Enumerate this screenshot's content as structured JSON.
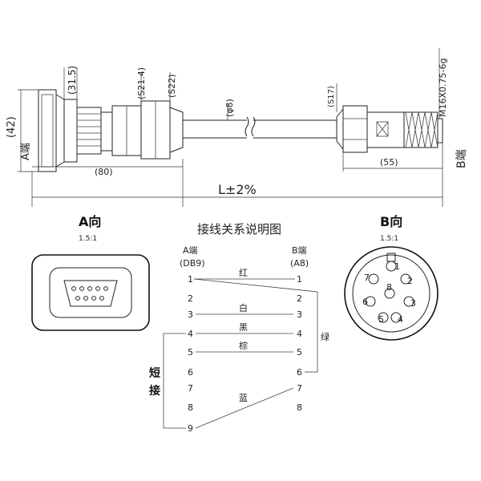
{
  "top_drawing": {
    "dim_42": "(42)",
    "end_a": "A端",
    "dim_31_5": "(31.5)",
    "dim_s21_4": "(S21.4)",
    "dim_s22": "(S22)",
    "dim_phi8": "(φ8)",
    "dim_s17": "(S17)",
    "thread": "M16X0.75-6g",
    "end_b": "B端",
    "dim_80": "(80)",
    "dim_55": "(55)",
    "length": "L±2%"
  },
  "view_a": {
    "title": "A向",
    "scale": "1.5:1"
  },
  "wiring": {
    "title": "接线关系说明图",
    "a_label": "A端",
    "a_type": "(DB9)",
    "b_label": "B端",
    "b_type": "(A8)",
    "a_pins": [
      "1",
      "2",
      "3",
      "4",
      "5",
      "6",
      "7",
      "8",
      "9"
    ],
    "b_pins": [
      "1",
      "2",
      "3",
      "4",
      "5",
      "6",
      "7",
      "8"
    ],
    "colors": {
      "red": "红",
      "white": "白",
      "black": "黑",
      "brown": "棕",
      "green": "绿",
      "blue": "蓝"
    },
    "short_label_1": "短",
    "short_label_2": "接"
  },
  "view_b": {
    "title": "B向",
    "scale": "1.5:1",
    "pins": [
      "1",
      "2",
      "3",
      "4",
      "5",
      "6",
      "7",
      "8"
    ]
  }
}
